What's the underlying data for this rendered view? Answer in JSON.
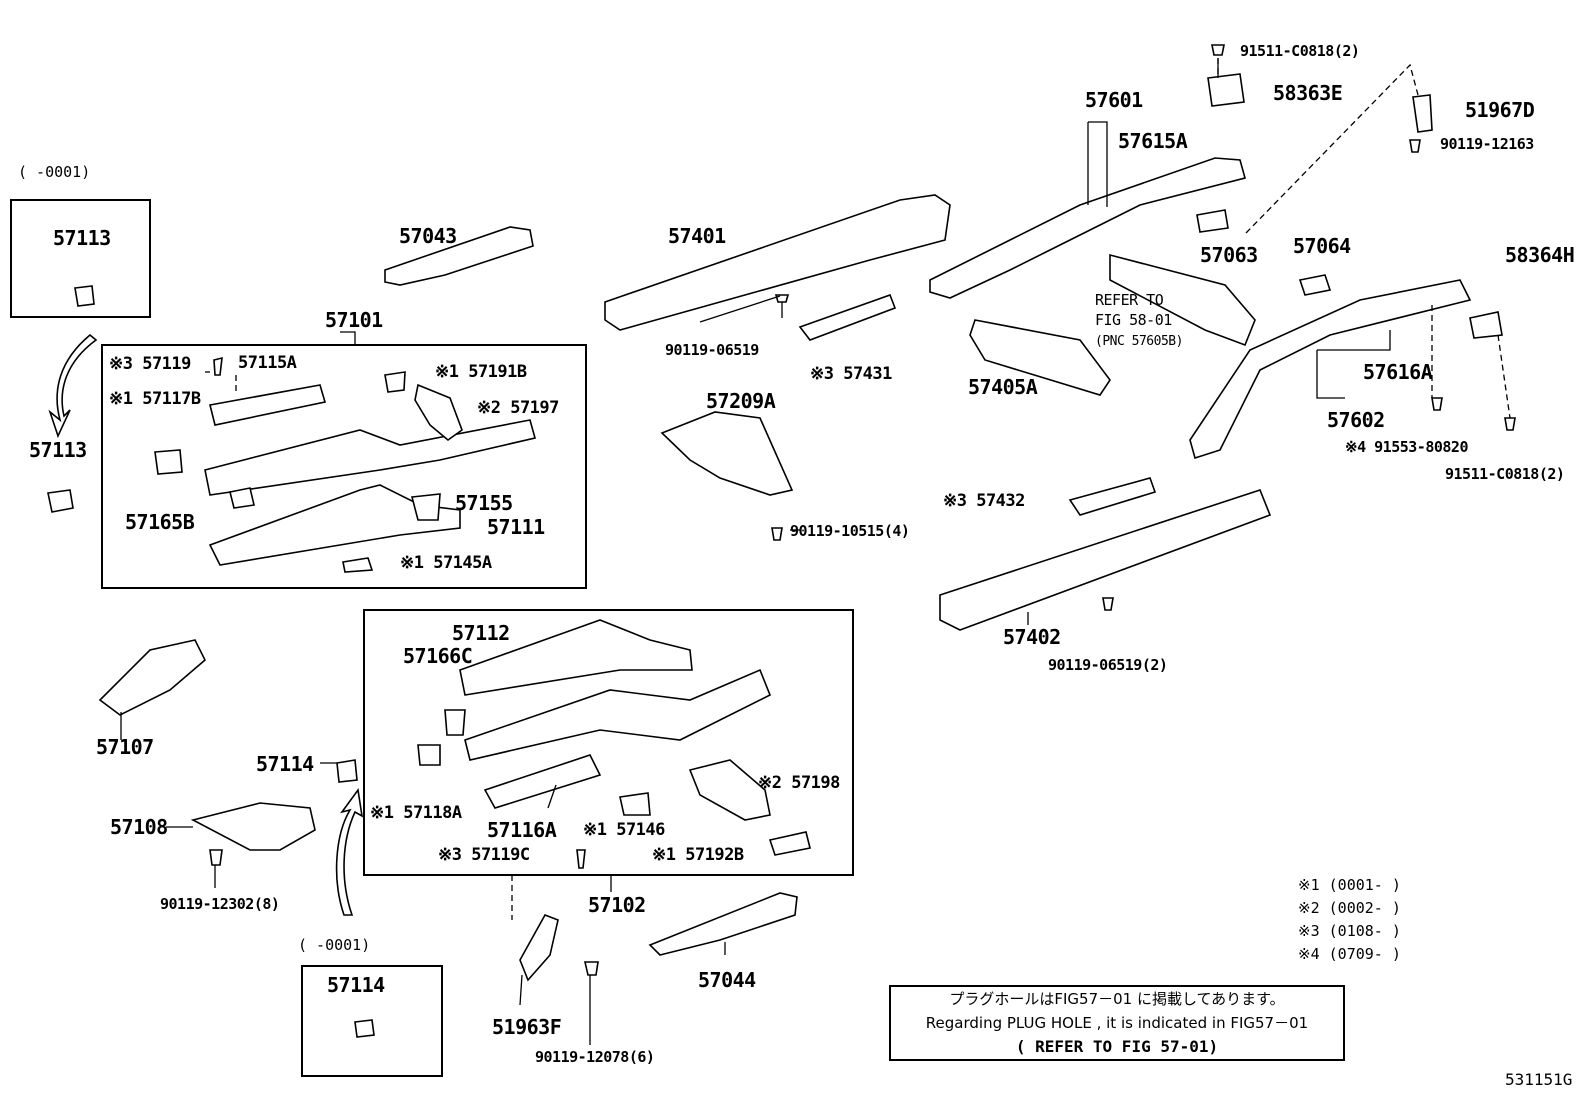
{
  "diagram": {
    "top_left_range": "(        -0001)",
    "bottom_left_range": "(        -0001)",
    "boxes": {
      "box_57113": "57113",
      "box_57114": "57114"
    },
    "labels": {
      "p57113_out": "57113",
      "p57043": "57043",
      "p57101": "57101",
      "p57119": "※3 57119",
      "p57115A": "57115A",
      "p57191B": "※1 57191B",
      "p57117B": "※1 57117B",
      "p57197": "※2 57197",
      "p57165B": "57165B",
      "p57155": "57155",
      "p57111": "57111",
      "p57145A": "※1 57145A",
      "p57401": "57401",
      "p90119_06519": "90119-06519",
      "p57431": "※3 57431",
      "p57209A": "57209A",
      "p90119_10515": "90119-10515(4)",
      "p57601": "57601",
      "p57615A": "57615A",
      "p91511_top": "91511-C0818(2)",
      "p58363E": "58363E",
      "p51967D": "51967D",
      "p90119_12163": "90119-12163",
      "p57063": "57063",
      "p57064": "57064",
      "p58364H": "58364H",
      "p_refer1": "REFER TO",
      "p_refer2": "FIG 58-01",
      "p_refer3": "(PNC 57605B)",
      "p57405A": "57405A",
      "p57616A": "57616A",
      "p57602": "57602",
      "p91553": "※4 91553-80820",
      "p91511_bot": "91511-C0818(2)",
      "p57432": "※3 57432",
      "p57402": "57402",
      "p90119_06519_2": "90119-06519(2)",
      "p57107": "57107",
      "p57114_out": "57114",
      "p57108": "57108",
      "p90119_12302": "90119-12302(8)",
      "p57112": "57112",
      "p57166C": "57166C",
      "p57118A": "※1 57118A",
      "p57116A": "57116A",
      "p57146": "※1 57146",
      "p57119C": "※3 57119C",
      "p57192B": "※1 57192B",
      "p57198": "※2 57198",
      "p57102": "57102",
      "p57044": "57044",
      "p51963F": "51963F",
      "p90119_12078": "90119-12078(6)",
      "fig_id": "531151G"
    },
    "legend": [
      "※1 (0001-      )",
      "※2 (0002-      )",
      "※3 (0108-      )",
      "※4 (0709-      )"
    ],
    "note": {
      "line1": "プラグホールはFIG57－01 に掲載してあります。",
      "line2": "Regarding PLUG HOLE , it is indicated in FIG57－01",
      "line3": "( REFER TO FIG 57-01)"
    }
  }
}
